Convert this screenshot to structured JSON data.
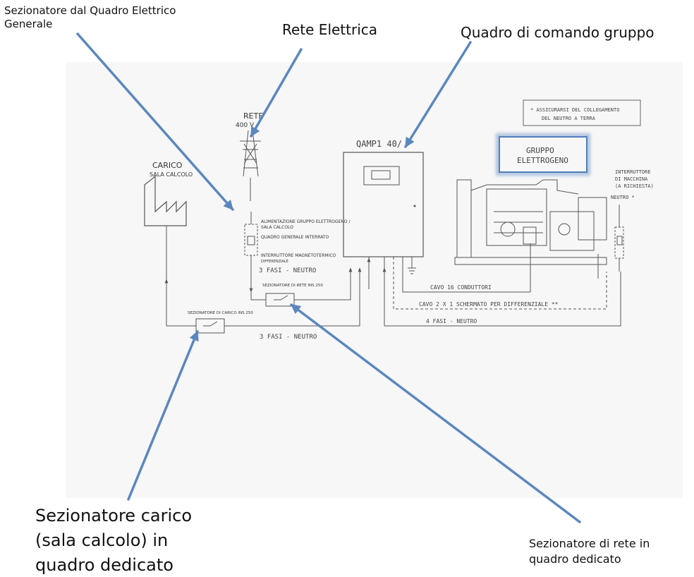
{
  "annotations": {
    "sezionatore_quadro_generale": [
      "Sezionatore dal Quadro Elettrico",
      "Generale"
    ],
    "rete_elettrica": "Rete Elettrica",
    "quadro_comando": "Quadro di comando gruppo",
    "sezionatore_carico": [
      "Sezionatore carico",
      "(sala calcolo) in",
      "quadro dedicato"
    ],
    "sezionatore_rete": [
      "Sezionatore di rete in",
      "quadro dedicato"
    ]
  },
  "scan": {
    "carico_title": "CARICO",
    "carico_sub": "SALA CALCOLO",
    "rete_label": "RETE",
    "rete_voltage": "400 V",
    "quadro_label": "QAMP1 40/",
    "note_lines": [
      "* ASSICURARSI DEL COLLEGAMENTO",
      "DEL NEUTRO A TERRA"
    ],
    "gruppo_lines": [
      "GRUPPO",
      "ELETTROGENO"
    ],
    "interruttore_lines": [
      "INTERRUTTORE",
      "DI MACCHINA",
      "(A RICHIESTA)"
    ],
    "neutro_label": "NEUTRO *",
    "alimentazione_lines": [
      "ALIMENTAZIONE GRUPPO ELETTROGENO /",
      "SALA CALCOLO"
    ],
    "quadro_generale": "QUADRO GENERALE INTERRATO",
    "interruttore_magneto_lines": [
      "INTERRUTTORE MAGNETOTERMICO",
      "DIFFERENZIALE"
    ],
    "fasi_neutro_1": "3 FASI - NEUTRO",
    "sezionatore_rete_label": "SEZIONATORE DI RETE   INS 250",
    "sezionatore_carico_label": "SEZIONATORE DI CARICO   INS 250",
    "fasi_neutro_2": "3 FASI - NEUTRO",
    "cavo_conduttori": "CAVO  16  CONDUTTORI",
    "cavo_schermato": "CAVO  2 X 1 SCHERMATO PER DIFFERENZIALE  **",
    "fasi_neutro_3": "4 FASI - NEUTRO"
  },
  "colors": {
    "arrow": "#5b87bf",
    "highlight_border": "#4f7fbd",
    "line": "#555555"
  }
}
